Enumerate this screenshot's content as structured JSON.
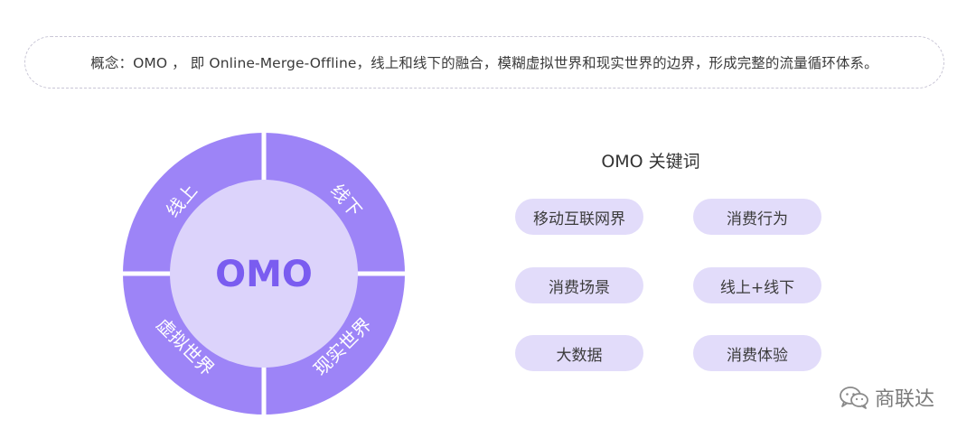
{
  "concept": {
    "text": "概念：OMO ， 即 Online-Merge-Offline，线上和线下的融合，模糊虚拟世界和现实世界的边界，形成完整的流量循环体系。"
  },
  "ring": {
    "center": "OMO",
    "segments": {
      "top_left": "线上",
      "top_right": "线下",
      "bottom_left": "虚拟世界",
      "bottom_right": "现实世界"
    }
  },
  "keywords": {
    "title": "OMO 关键词",
    "items": [
      "移动互联网界",
      "消费行为",
      "消费场景",
      "线上+线下",
      "大数据",
      "消费体验"
    ]
  },
  "watermark": {
    "text": "商联达",
    "icon": "wechat-icon"
  },
  "colors": {
    "ring_outer": "#9d84f7",
    "ring_inner": "#dcd3fb",
    "center_text": "#7a5cf0",
    "pill_bg": "#e2dcfa"
  }
}
